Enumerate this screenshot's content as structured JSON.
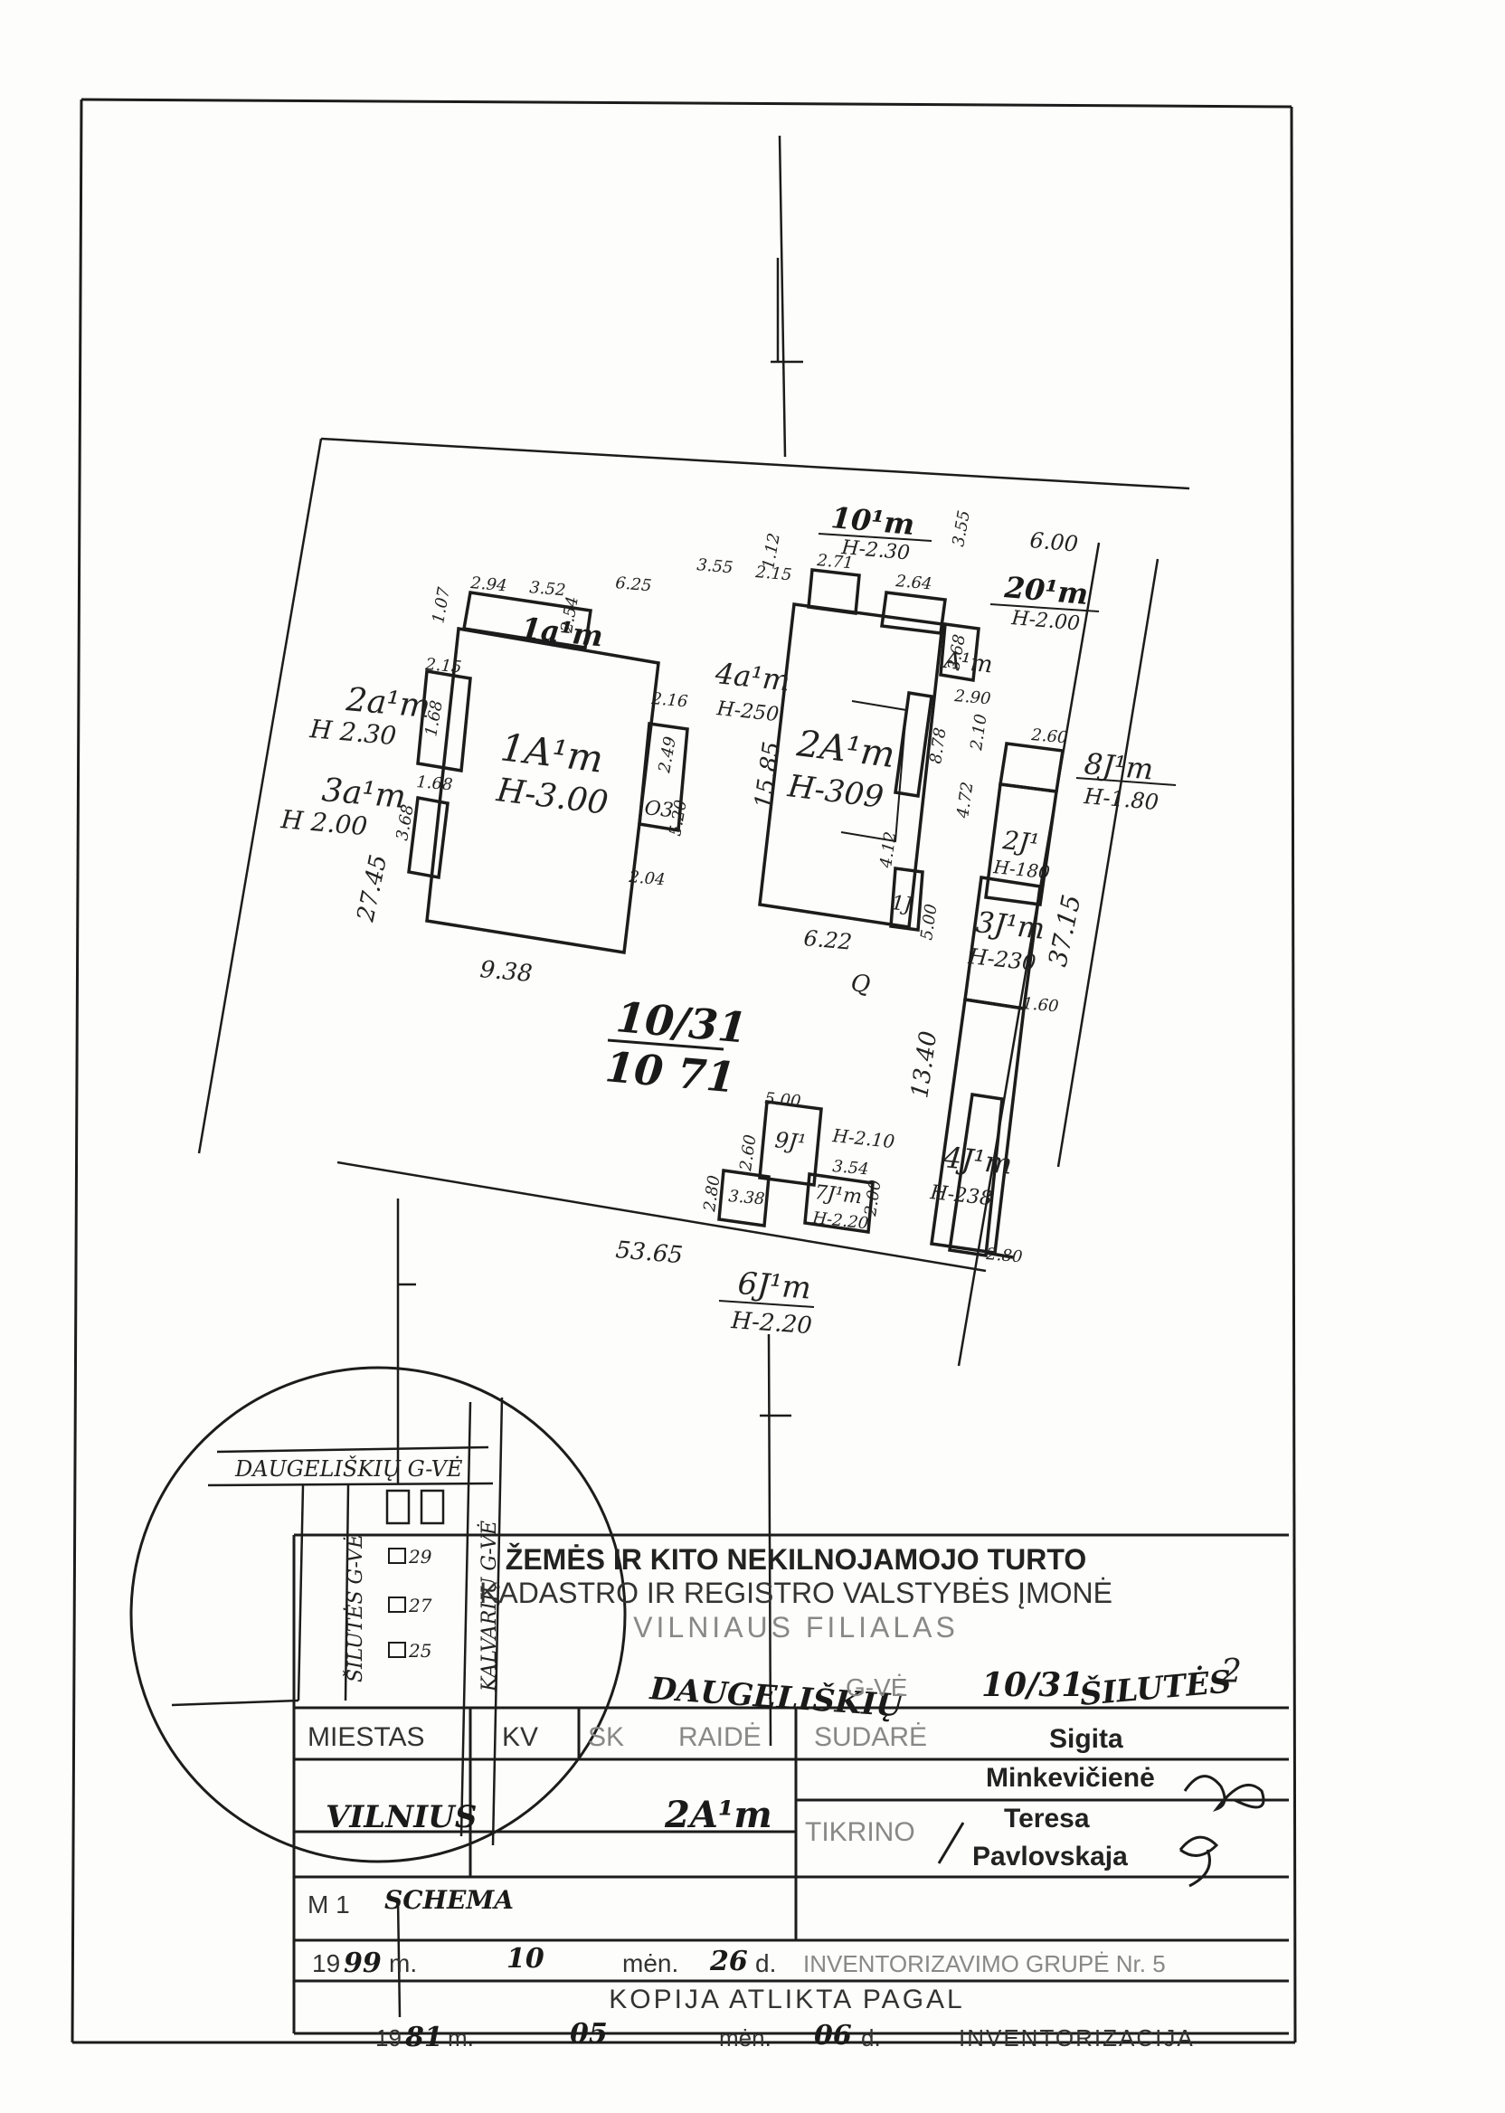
{
  "plan": {
    "parcel_number": "10/31",
    "parcel_area": "10 71",
    "plot_sides": {
      "bottom": "53.65",
      "left": "27.45",
      "right": "37.15",
      "top_right": "6.00",
      "right_lower": "13.40",
      "bottom_right": "2.80"
    },
    "buildings": {
      "b1A": {
        "label": "1A¹m",
        "height": "H-3.00",
        "width": "9.38"
      },
      "b2A": {
        "label": "2A¹m",
        "height": "H-309",
        "width": "6.22",
        "length": "15.85"
      },
      "a1": {
        "label": "1a¹m"
      },
      "a2": {
        "label": "2a¹m",
        "height": "H 2.30"
      },
      "a3": {
        "label": "3a¹m",
        "height": "H 2.00"
      },
      "a4": {
        "label": "4a¹m",
        "height": "H-250"
      },
      "a10": {
        "label": "10¹m",
        "height": "H-2.30"
      },
      "a20": {
        "label": "20¹m",
        "height": "H-2.00"
      },
      "aA": {
        "label": "A¹m"
      },
      "j8": {
        "label": "8J¹m",
        "height": "H-1.80"
      },
      "j2": {
        "label": "2J¹",
        "height": "H-180"
      },
      "j3": {
        "label": "3J¹m",
        "height": "H-230"
      },
      "j4": {
        "label": "4J¹m",
        "height": "H-238"
      },
      "j6": {
        "label": "6J¹m",
        "height": "H-2.20"
      },
      "j9": {
        "label": "9J¹",
        "height": "H-2.10"
      },
      "j7": {
        "label": "7J¹m",
        "height": "H-2.20"
      },
      "o3": {
        "label": "O3"
      },
      "j1": {
        "label": "1J"
      },
      "well": {
        "label": "Q"
      }
    },
    "dims": [
      "2.94",
      "3.52",
      "6.25",
      "3.55",
      "2.15",
      "1.12",
      "1.07",
      "2.54",
      "2.71",
      "2.64",
      "3.55",
      "3.68",
      "2.90",
      "2.15",
      "1.68",
      "1.68",
      "3.68",
      "2.16",
      "2.49",
      "5.20",
      "2.04",
      "8.78",
      "4.72",
      "4.12",
      "5.00",
      "2.10",
      "2.60",
      "5.00",
      "2.60",
      "2.80",
      "3.54",
      "3.38",
      "2.00",
      "2.80",
      "1.60"
    ]
  },
  "inset": {
    "street_1": "DAUGELIŠKIŲ G-VĖ",
    "street_2": "ŠILUTĖS G-VĖ",
    "street_3": "KALVARIJŲ G-VĖ",
    "house_29": "29",
    "house_27": "27",
    "house_25": "25"
  },
  "titleblock": {
    "agency_line_1": "ŽEMĖS IR KITO NEKILNOJAMOJO TURTO",
    "agency_line_2": "KADASTRO IR REGISTRO VALSTYBĖS ĮMONĖ",
    "agency_line_3": "VILNIAUS FILIALAS",
    "address": "DAUGELIŠKIŲ G-VĖ 10/31 – ŠILUTĖS 2",
    "address_street": "DAUGELIŠKIŲ",
    "address_gve": "G-VĖ",
    "address_num": "10/31",
    "address_street2": "ŠILUTĖS",
    "address_num2": "2",
    "miestas_label": "MIESTAS",
    "kv_label": "KV",
    "sk_label": "SK",
    "raide_label": "RAIDĖ",
    "sudare_label": "SUDARĖ",
    "drawn_by": "Sigita Minkevičienė",
    "drawn_by_1": "Sigita",
    "drawn_by_2": "Minkevičienė",
    "city": "VILNIUS",
    "letter": "2A¹m",
    "tikrino_label": "TIKRINO",
    "checked_by": "Teresa Pavlovskaja",
    "checked_by_1": "Teresa",
    "checked_by_2": "Pavlovskaja",
    "scale_label": "M 1",
    "scale_value": "SCHEMA",
    "date_prefix": "19",
    "year": "99",
    "m_label": "m.",
    "month": "10",
    "men_label": "mėn.",
    "day": "26",
    "d_label": "d.",
    "inventory_group": "INVENTORIZAVIMO GRUPĖ Nr. 5",
    "copy_note": "KOPIJA  ATLIKTA  PAGAL",
    "inv_year": "81",
    "inv_month": "05",
    "inv_day": "06",
    "inventory_label": "INVENTORIZACIJA"
  }
}
